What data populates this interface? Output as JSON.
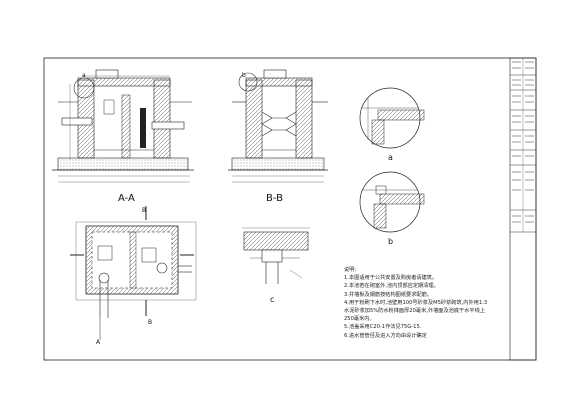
{
  "views": {
    "section_aa": "A-A",
    "section_bb": "B-B",
    "detail_a": "a",
    "detail_b": "b",
    "detail_c": "c",
    "marker_a": "a",
    "marker_b": "b",
    "cut_a": "A",
    "cut_b": "B"
  },
  "notes": {
    "heading": "说明:",
    "lines": [
      "1.本图适用于公共安置及购房者请建筑。",
      "2.本池若在砌室外,池内顶部应定期清理。",
      "3.井墙板及钢筋按结构图纸要求配筋。",
      "4.用于粉刷下水时,池壁用100号砂浆及M5砂浆砌筑,内外用1:3",
      "  水泥砂浆加5%防水粉抹面厚20毫米,外墙面及池底于水平线上",
      "  250毫米内。",
      "5.池盖采用C20-1作法见75G-15.",
      "6.进水管管径及进入方向由设计确定"
    ]
  },
  "title_block": {
    "rows": [
      "",
      "",
      "",
      "",
      "",
      "",
      "",
      "",
      "",
      "",
      "",
      ""
    ]
  }
}
